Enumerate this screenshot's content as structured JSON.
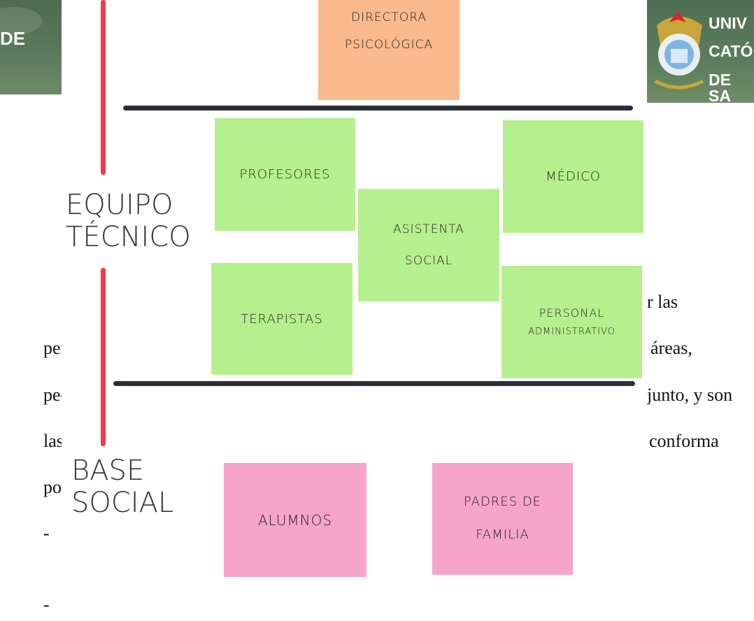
{
  "banner_left": {
    "text": "DE"
  },
  "banner_right": {
    "lines": [
      "UNIV",
      "CATÓ",
      "DE SA"
    ]
  },
  "document": {
    "lines": [
      {
        "text": "r las"
      },
      {
        "text": "perso"
      },
      {
        "text": "áreas,"
      },
      {
        "text": "pedag"
      },
      {
        "text": "junto, y son"
      },
      {
        "text": "las qu"
      },
      {
        "text": "conforma"
      },
      {
        "text": "por:"
      },
      {
        "text": "-"
      },
      {
        "text": "-"
      }
    ]
  },
  "diagram": {
    "top_note": [
      "DIRECTORA",
      "PSICOLÓGICA"
    ],
    "section_labels": {
      "equipo_tecnico": [
        "EQUIPO",
        "TÉCNICO"
      ],
      "base_social": [
        "BASE",
        "SOCIAL"
      ]
    },
    "notes": {
      "profesores": "PROFESORES",
      "medico": "MÉDICO",
      "asistenta_social": [
        "ASISTENTA",
        "SOCIAL"
      ],
      "terapistas": "TERAPISTAS",
      "personal_administrativo": [
        "PERSONAL",
        "ADMINISTRATIVO"
      ],
      "alumnos": "ALUMNOS",
      "padres_de_familia": [
        "PADRES DE",
        "FAMILIA"
      ]
    },
    "colors": {
      "orange_note": "#f8b98c",
      "green_note": "#b6ef8e",
      "pink_note": "#f7a4cb",
      "red_line": "#ef3b4a",
      "divider": "#2c2f3a"
    }
  }
}
